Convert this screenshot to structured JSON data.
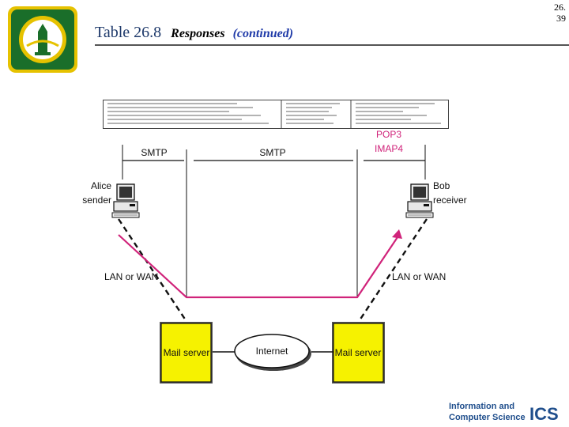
{
  "slide": {
    "title_number": "Table 26.8",
    "title_responses": "Responses",
    "title_continued": "(continued)",
    "slide_number_top": "26.",
    "slide_number_bottom": "39"
  },
  "diagram": {
    "protocol_left": "SMTP",
    "protocol_middle": "SMTP",
    "protocol_right_line1": "POP3",
    "protocol_right_line2": "IMAP4",
    "alice_line1": "Alice",
    "alice_line2": "sender",
    "bob_line1": "Bob",
    "bob_line2": "receiver",
    "lan_left": "LAN or WAN",
    "lan_right": "LAN or WAN",
    "mail_server_left": "Mail server",
    "mail_server_right": "Mail server",
    "internet": "Internet"
  },
  "footer": {
    "logo_line1": "Information and",
    "logo_line2": "Computer Science",
    "logo_mark": "ICS"
  },
  "colors": {
    "title_blue": "#1f3a6b",
    "continued_blue": "#1f3aa8",
    "path_magenta": "#d0237a",
    "server_yellow": "#f6f200",
    "logo_green": "#1a6e2a",
    "logo_gold": "#e6c200"
  }
}
